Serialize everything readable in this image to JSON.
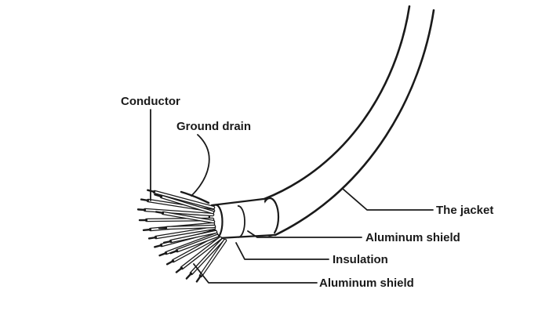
{
  "diagram": {
    "labels": {
      "conductor": "Conductor",
      "ground_drain": "Ground drain",
      "jacket": "The jacket",
      "aluminum_shield_outer": "Aluminum shield",
      "insulation": "Insulation",
      "aluminum_shield_inner": "Aluminum shield"
    },
    "colors": {
      "line": "#1a1a1a",
      "background": "#ffffff"
    }
  }
}
